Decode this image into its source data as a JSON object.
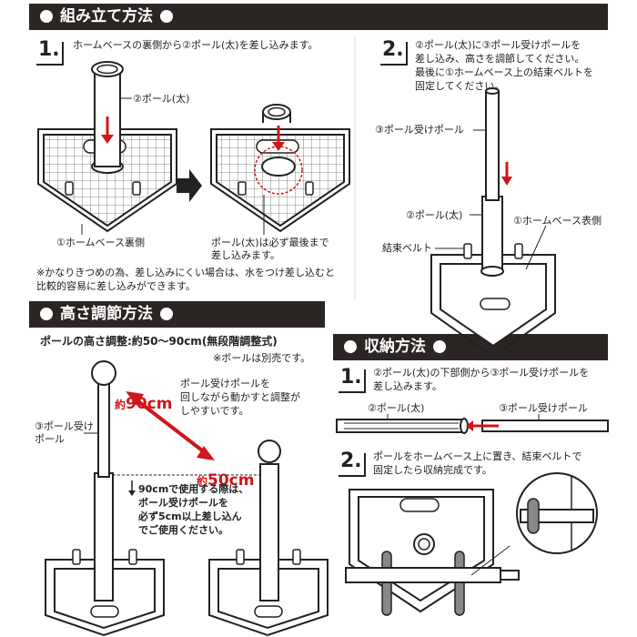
{
  "section_assembly": {
    "title": "組み立て方法",
    "step1": {
      "number": "1.",
      "text": "ホームベースの裏側から②ポール(太)を差し込みます。",
      "label_pole": "②ポール(太)",
      "label_base_back": "①ホームベース裏側",
      "label_note": "ポール(太)は必ず最後まで\n差し込みます。"
    },
    "note": "※かなりきつめの為、差し込みにくい場合は、水をつけ差し込むと\n比較的容易に差し込みができます。",
    "step2": {
      "number": "2.",
      "text": "②ポール(太)に③ポール受けポールを\n差し込み、高さを調節してください。\n最後に①ホームベース上の結束ベルトを\n固定してください。",
      "label_receiver": "③ポール受けポール",
      "label_pole": "②ポール(太)",
      "label_base_front": "①ホームベース表側",
      "label_belt": "結束ベルト"
    }
  },
  "section_height": {
    "title": "高さ調節方法",
    "subtitle": "ポールの高さ調整:約50〜90cm(無段階調整式)",
    "ball_note": "※ボールは別売です。",
    "label_receiver": "③ポール受け\nポール",
    "tip": "ポール受けポールを\n回しながら動かすと調整が\nしやすいです。",
    "height_max_prefix": "約",
    "height_max": "90cm",
    "height_min_prefix": "約",
    "height_min": "50cm",
    "caution": "90cmで使用する際は、\nボール受けポールを\n必ず5cm以上差し込ん\nでご使用ください。"
  },
  "section_storage": {
    "title": "収納方法",
    "step1": {
      "number": "1.",
      "text": "②ポール(太)の下部側から③ポール受けポールを\n差し込みます。",
      "label_pole": "②ポール(太)",
      "label_receiver": "③ポール受けポール"
    },
    "step2": {
      "number": "2.",
      "text": "ポールをホームベース上に置き、結束ベルトで\n固定したら収納完成です。"
    }
  },
  "colors": {
    "band": "#2b2624",
    "accent": "#d0161b"
  }
}
